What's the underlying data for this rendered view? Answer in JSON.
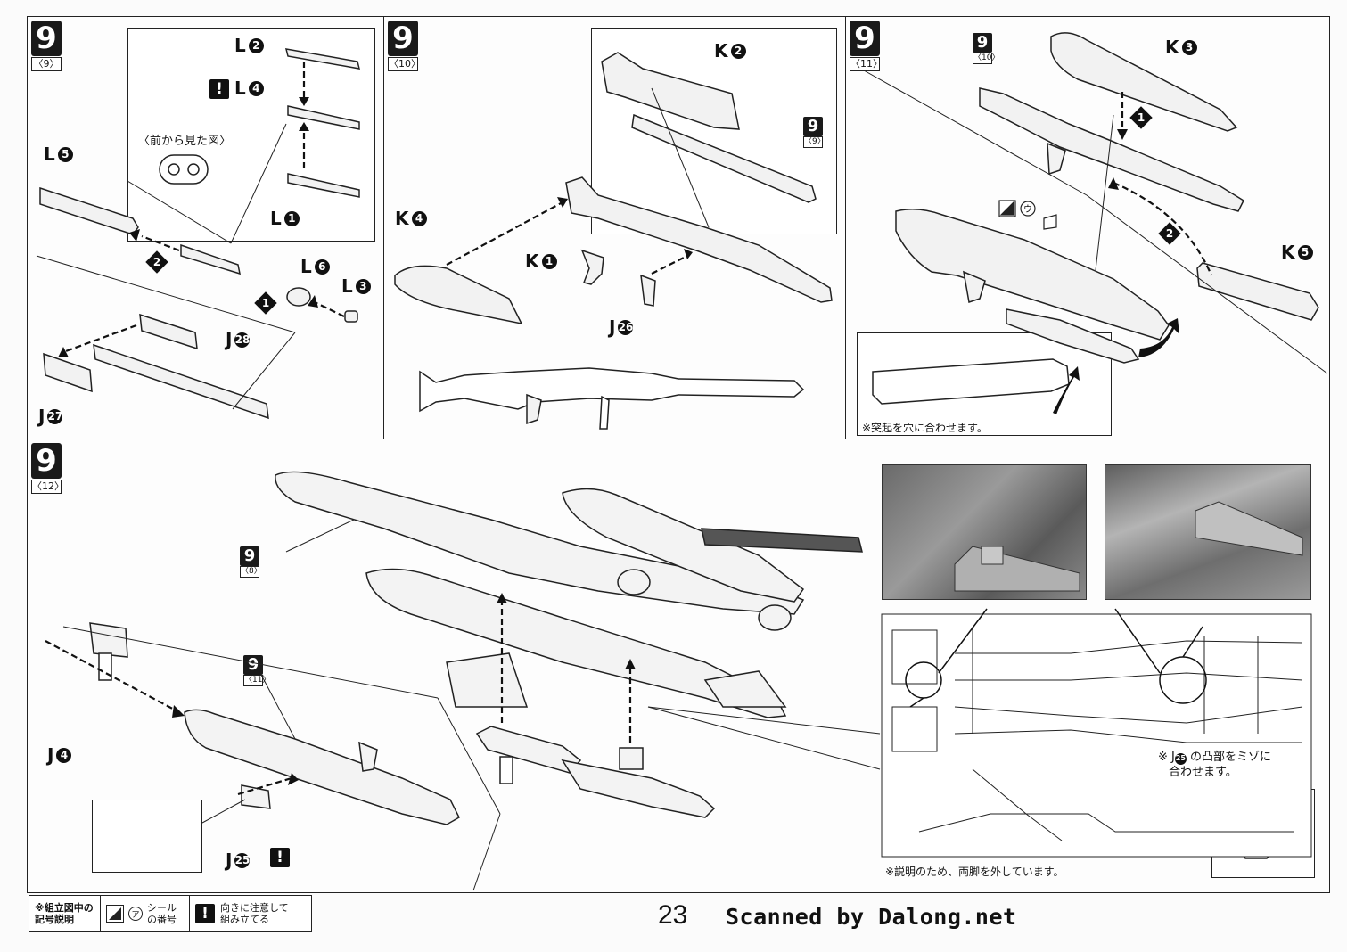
{
  "steps": {
    "s9": {
      "num": "9",
      "sub": "〈9〉"
    },
    "s10": {
      "num": "9",
      "sub": "〈10〉"
    },
    "s11": {
      "num": "9",
      "sub": "〈11〉"
    },
    "s12": {
      "num": "9",
      "sub": "〈12〉"
    }
  },
  "refs": {
    "r9": {
      "num": "9",
      "sub": "〈9〉"
    },
    "r10": {
      "num": "9",
      "sub": "〈10〉"
    },
    "r8": {
      "num": "9",
      "sub": "〈8〉"
    },
    "r11": {
      "num": "9",
      "sub": "〈11〉"
    }
  },
  "panel1": {
    "L2": "L",
    "L2n": "2",
    "L4": "L",
    "L4n": "4",
    "L1": "L",
    "L1n": "1",
    "L5": "L",
    "L5n": "5",
    "L6": "L",
    "L6n": "6",
    "L3": "L",
    "L3n": "3",
    "J28": "J",
    "J28n": "28",
    "J27": "J",
    "J27n": "27",
    "front_view": "〈前から見た図〉",
    "order1": "1",
    "order2": "2"
  },
  "panel2": {
    "K2": "K",
    "K2n": "2",
    "K4": "K",
    "K4n": "4",
    "K1": "K",
    "K1n": "1",
    "J26": "J",
    "J26n": "26"
  },
  "panel3": {
    "K3": "K",
    "K3n": "3",
    "K5": "K",
    "K5n": "5",
    "order1": "1",
    "order2": "2",
    "sticker": "ウ",
    "note": "※突起を穴に合わせます。"
  },
  "panel4": {
    "J4": "J",
    "J4n": "4",
    "J25": "J",
    "J25n": "25",
    "note_j25_a": "※ J",
    "note_j25_num": "25",
    "note_j25_b": " の凸部をミゾに",
    "note_j25_c": "合わせます。",
    "note_legs": "※説明のため、両脚を外しています。"
  },
  "legend": {
    "title_a": "※組立図中の",
    "title_b": "記号説明",
    "sticker_glyph": "ア",
    "sticker_a": "シール",
    "sticker_b": "の番号",
    "warn_glyph": "!",
    "warn_a": "向きに注意して",
    "warn_b": "組み立てる"
  },
  "page_number": "23",
  "credit": "Scanned by Dalong.net"
}
